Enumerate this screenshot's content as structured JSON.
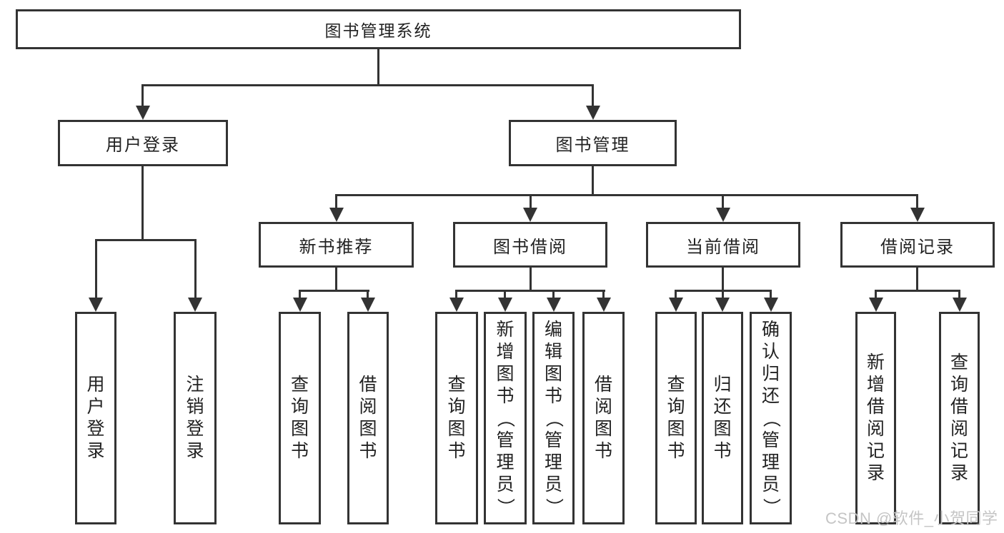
{
  "diagram": {
    "root": "图书管理系统",
    "children": [
      {
        "label": "用户登录",
        "children": [
          "用户登录",
          "注销登录"
        ]
      },
      {
        "label": "图书管理",
        "children": [
          {
            "label": "新书推荐",
            "children": [
              "查询图书",
              "借阅图书"
            ]
          },
          {
            "label": "图书借阅",
            "children": [
              "查询图书",
              "新增图书（管理员）",
              "编辑图书（管理员）",
              "借阅图书"
            ]
          },
          {
            "label": "当前借阅",
            "children": [
              "查询图书",
              "归还图书",
              "确认归还（管理员）"
            ]
          },
          {
            "label": "借阅记录",
            "children": [
              "新增借阅记录",
              "查询借阅记录"
            ]
          }
        ]
      }
    ]
  },
  "watermark": "CSDN @软件_小贺同学",
  "colors": {
    "line": "#333333",
    "text": "#222222",
    "watermark": "#c5c5c5",
    "background": "#ffffff"
  }
}
